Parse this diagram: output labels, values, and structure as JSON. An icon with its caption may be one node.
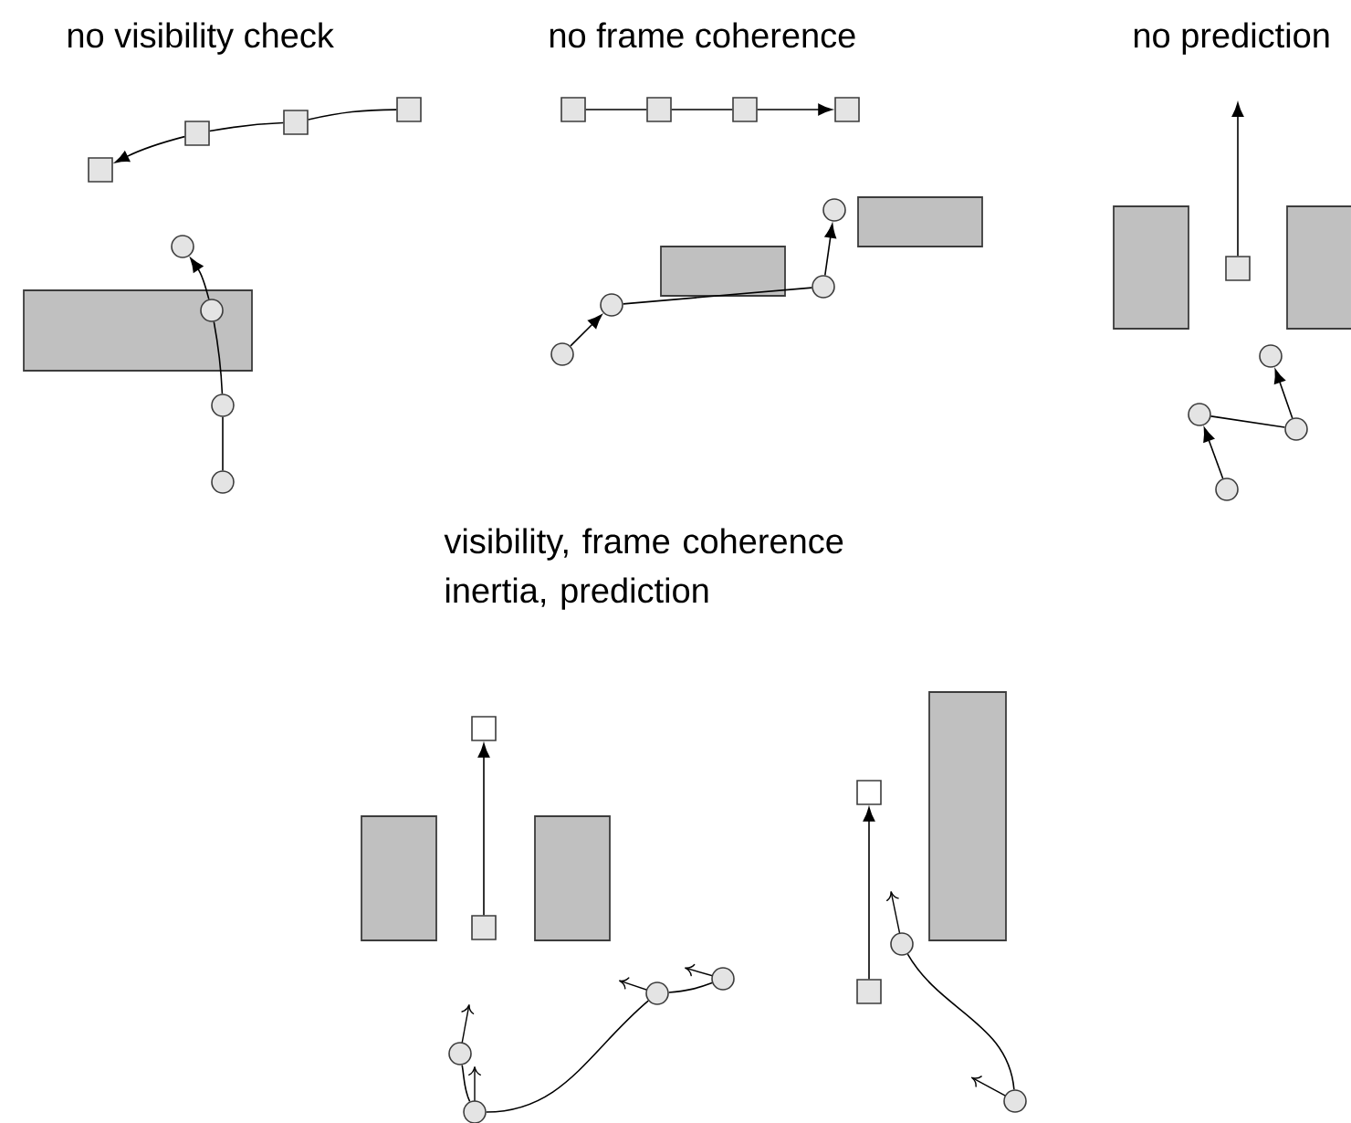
{
  "diagram": {
    "nodes": [
      {
        "text": [],
        "shape": "box"
      },
      {
        "text": [],
        "shape": "box"
      },
      {
        "text": [],
        "shape": "box"
      },
      {
        "text": [],
        "shape": "box"
      },
      {
        "text": [],
        "shape": "circle"
      },
      {
        "text": [],
        "shape": "circle",
        "in": 31
      },
      {
        "text": [],
        "shape": "circle"
      },
      {
        "text": [],
        "shape": "circle"
      },
      {
        "text": [],
        "shape": "box"
      },
      {
        "text": [],
        "shape": "box"
      },
      {
        "text": [],
        "shape": "box"
      },
      {
        "text": [],
        "shape": "box"
      },
      {
        "text": [],
        "shape": "circle"
      },
      {
        "text": [],
        "shape": "circle"
      },
      {
        "text": [],
        "shape": "circle"
      },
      {
        "text": [],
        "shape": "circle"
      },
      {
        "text": [],
        "shape": "box"
      },
      {
        "text": [],
        "shape": "circle"
      },
      {
        "text": [],
        "shape": "circle"
      },
      {
        "text": [],
        "shape": "circle"
      },
      {
        "text": [],
        "shape": "circle"
      },
      {
        "text": [],
        "shape": "box"
      },
      {
        "text": [],
        "shape": "box"
      },
      {
        "text": [],
        "shape": "circle"
      },
      {
        "text": [],
        "shape": "circle"
      },
      {
        "text": [],
        "shape": "circle"
      },
      {
        "text": [],
        "shape": "circle"
      },
      {
        "text": [],
        "shape": "box"
      },
      {
        "text": [],
        "shape": "box"
      },
      {
        "text": [],
        "shape": "circle"
      },
      {
        "text": [],
        "shape": "circle"
      },
      {
        "text": [],
        "shape": "box"
      },
      {
        "text": [],
        "shape": "box"
      },
      {
        "text": [],
        "shape": "box"
      },
      {
        "text": [],
        "shape": "box"
      },
      {
        "text": [],
        "shape": "box"
      },
      {
        "text": [],
        "shape": "box"
      },
      {
        "text": [],
        "shape": "box"
      },
      {
        "text": [],
        "shape": "box"
      }
    ],
    "edges": [
      {
        "from": 3,
        "to": 2,
        "arrow": "none"
      },
      {
        "from": 2,
        "to": 1,
        "arrow": "none"
      },
      {
        "from": 1,
        "to": 0,
        "arrow": "to"
      },
      {
        "from": 7,
        "to": 6,
        "arrow": "none"
      },
      {
        "from": 6,
        "to": 5,
        "arrow": "none"
      },
      {
        "from": 5,
        "to": 4,
        "arrow": "to"
      },
      {
        "from": 8,
        "to": 9,
        "arrow": "none"
      },
      {
        "from": 9,
        "to": 10,
        "arrow": "none"
      },
      {
        "from": 10,
        "to": 11,
        "arrow": "to"
      },
      {
        "from": 12,
        "to": 13,
        "arrow": "to"
      },
      {
        "from": 13,
        "to": 14,
        "arrow": "none"
      },
      {
        "from": 14,
        "to": 15,
        "arrow": "to"
      },
      {
        "from": 16,
        "to": null,
        "arrow": "to"
      },
      {
        "from": 20,
        "to": 18,
        "arrow": "to"
      },
      {
        "from": 18,
        "to": 19,
        "arrow": "none"
      },
      {
        "from": 19,
        "to": 17,
        "arrow": "to"
      },
      {
        "from": 22,
        "to": 21,
        "arrow": "to"
      },
      {
        "from": 26,
        "to": 25,
        "arrow": "none"
      },
      {
        "from": 25,
        "to": 24,
        "arrow": "none"
      },
      {
        "from": 24,
        "to": 23,
        "arrow": "none"
      },
      {
        "from": 28,
        "to": 27,
        "arrow": "to"
      },
      {
        "from": 30,
        "to": 29,
        "arrow": "none"
      }
    ],
    "labels": [
      "no visibility check",
      "no frame coherence",
      "no prediction",
      "visibility, frame coherence inertia, prediction"
    ]
  }
}
